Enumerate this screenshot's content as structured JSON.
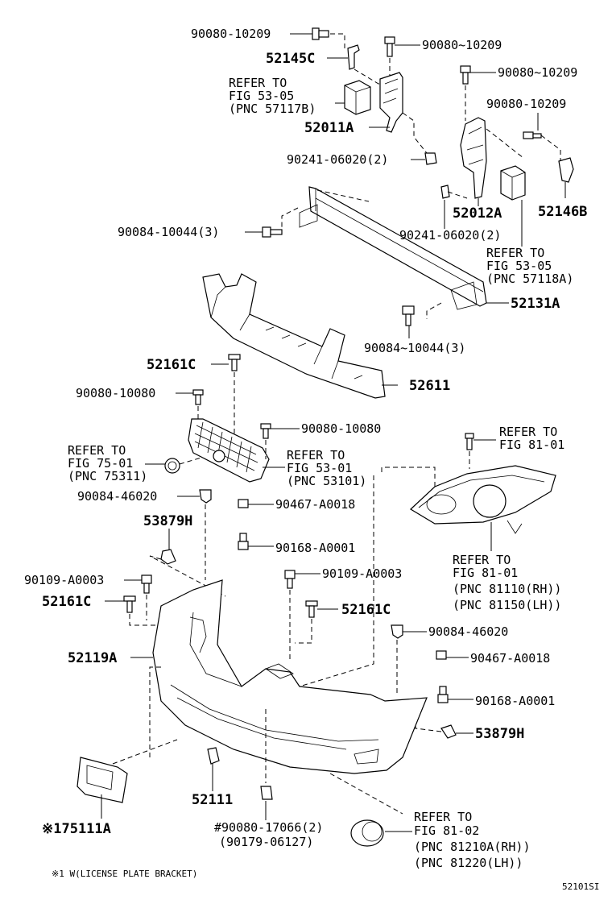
{
  "labels": {
    "p_9008010209_a": "90080-10209",
    "p_52145C": "52145C",
    "p_9008010209_b": "90080~10209",
    "p_9008010209_c": "90080~10209",
    "p_9008010209_d": "90080-10209",
    "ref_57117B_1": "REFER TO",
    "ref_57117B_2": "FIG 53-05",
    "ref_57117B_3": "(PNC 57117B)",
    "p_52011A": "52011A",
    "p_9024106020_a": "90241-06020(2)",
    "p_52012A": "52012A",
    "p_52146B": "52146B",
    "p_9008410044_a": "90084-10044(3)",
    "p_9024106020_b": "90241-06020(2)",
    "ref_57118A_1": "REFER TO",
    "ref_57118A_2": "FIG 53-05",
    "ref_57118A_3": "(PNC 57118A)",
    "p_52131A": "52131A",
    "p_9008410044_b": "90084~10044(3)",
    "p_52161C_a": "52161C",
    "p_52611": "52611",
    "p_9008010080_a": "90080-10080",
    "p_9008010080_b": "90080-10080",
    "ref_8101_a1": "REFER TO",
    "ref_8101_a2": "FIG 81-01",
    "ref_75311_1": "REFER TO",
    "ref_75311_2": "FIG 75-01",
    "ref_75311_3": "(PNC 75311)",
    "ref_53101_1": "REFER TO",
    "ref_53101_2": "FIG 53-01",
    "ref_53101_3": "(PNC 53101)",
    "p_9008446020_a": "90084-46020",
    "p_90467A0018_a": "90467-A0018",
    "p_53879H_a": "53879H",
    "p_90168A0001_a": "90168-A0001",
    "ref_8101_b1": "REFER TO",
    "ref_8101_b2": "FIG 81-01",
    "ref_8101_b3": "(PNC 81110(RH))",
    "ref_8101_b4": "(PNC 81150(LH))",
    "p_90109A0003_a": "90109-A0003",
    "p_90109A0003_b": "90109-A0003",
    "p_52161C_b": "52161C",
    "p_52161C_c": "52161C",
    "p_9008446020_b": "90084-46020",
    "p_52119A": "52119A",
    "p_90467A0018_b": "90467-A0018",
    "p_90168A0001_b": "90168-A0001",
    "p_53879H_b": "53879H",
    "p_52111": "52111",
    "ref_8102_1": "REFER TO",
    "ref_8102_2": "FIG 81-02",
    "ref_8102_3": "(PNC 81210A(RH))",
    "ref_8102_4": "(PNC 81220(LH))",
    "p_75111A": "※175111A",
    "p_9008017066": "#90080-17066(2)",
    "p_9017906127": "(90179-06127)",
    "footnote": "※1 W(LICENSE PLATE BRACKET)",
    "figure_id": "52101SI"
  }
}
